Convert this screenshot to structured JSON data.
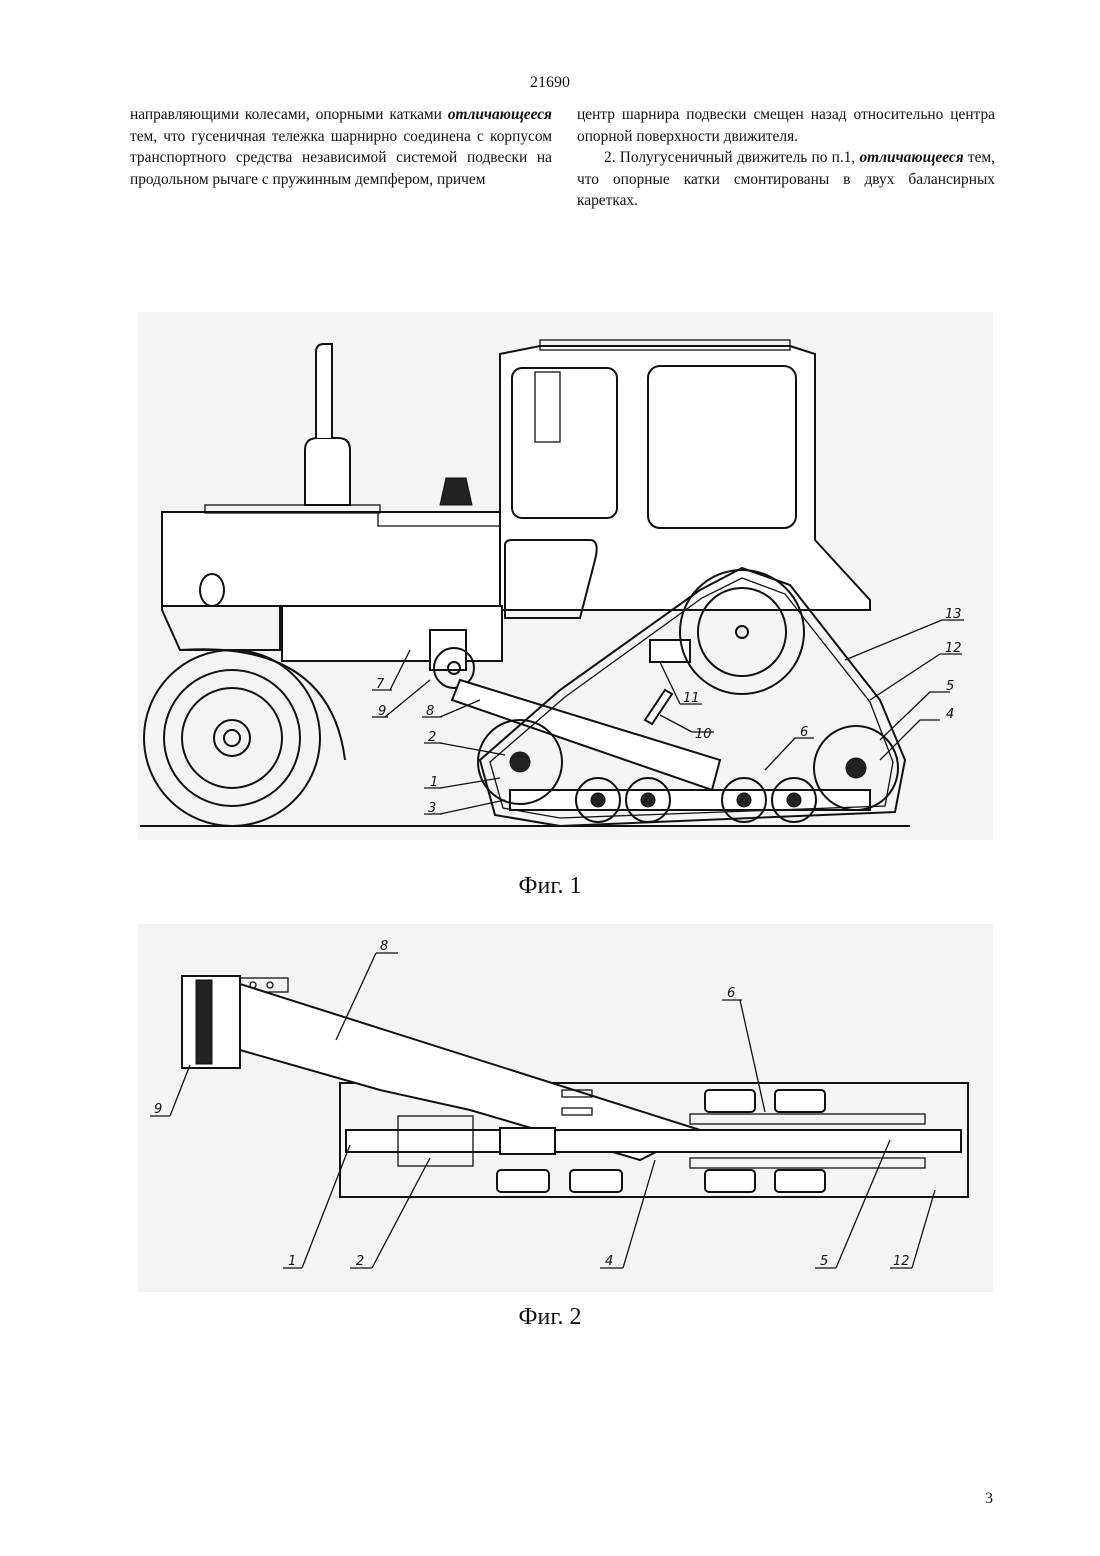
{
  "page": {
    "patent_number": "21690",
    "page_number": "3"
  },
  "text": {
    "left_column": "направляющими колесами, опорными катками",
    "left_emph": "отличающееся",
    "left_rest": " тем, что гусеничная тележка шарнирно соединена с корпусом транспортного средства независимой системой подвески на продольном рычаге с пружинным демпфером, причем",
    "right_p1": "центр шарнира подвески смещен назад относительно центра опорной поверхности движителя.",
    "right_p2_start": "2. Полугусеничный движитель по п.1, ",
    "right_p2_emph": "отличающееся",
    "right_p2_rest": " тем, что опорные катки смонтированы в двух балансирных каретках."
  },
  "figures": {
    "fig1": {
      "caption": "Фиг. 1",
      "labels": [
        "1",
        "2",
        "3",
        "4",
        "5",
        "6",
        "7",
        "8",
        "9",
        "10",
        "11",
        "12",
        "13"
      ]
    },
    "fig2": {
      "caption": "Фиг. 2",
      "labels": [
        "1",
        "2",
        "4",
        "5",
        "6",
        "8",
        "9",
        "12"
      ]
    }
  }
}
